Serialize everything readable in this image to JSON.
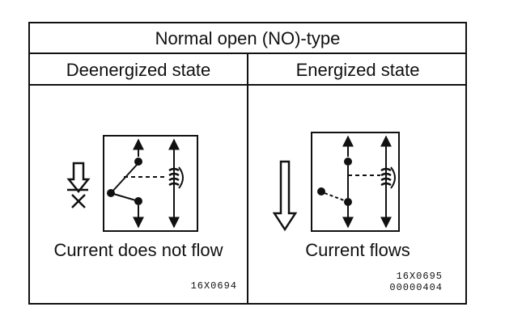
{
  "title": "Normal open (NO)-type",
  "columns": [
    {
      "header": "Deenergized state",
      "caption": "Current does not flow",
      "codes": [
        "16X0694"
      ]
    },
    {
      "header": "Energized state",
      "caption": "Current flows",
      "codes": [
        "16X0695",
        "00000404"
      ]
    }
  ]
}
